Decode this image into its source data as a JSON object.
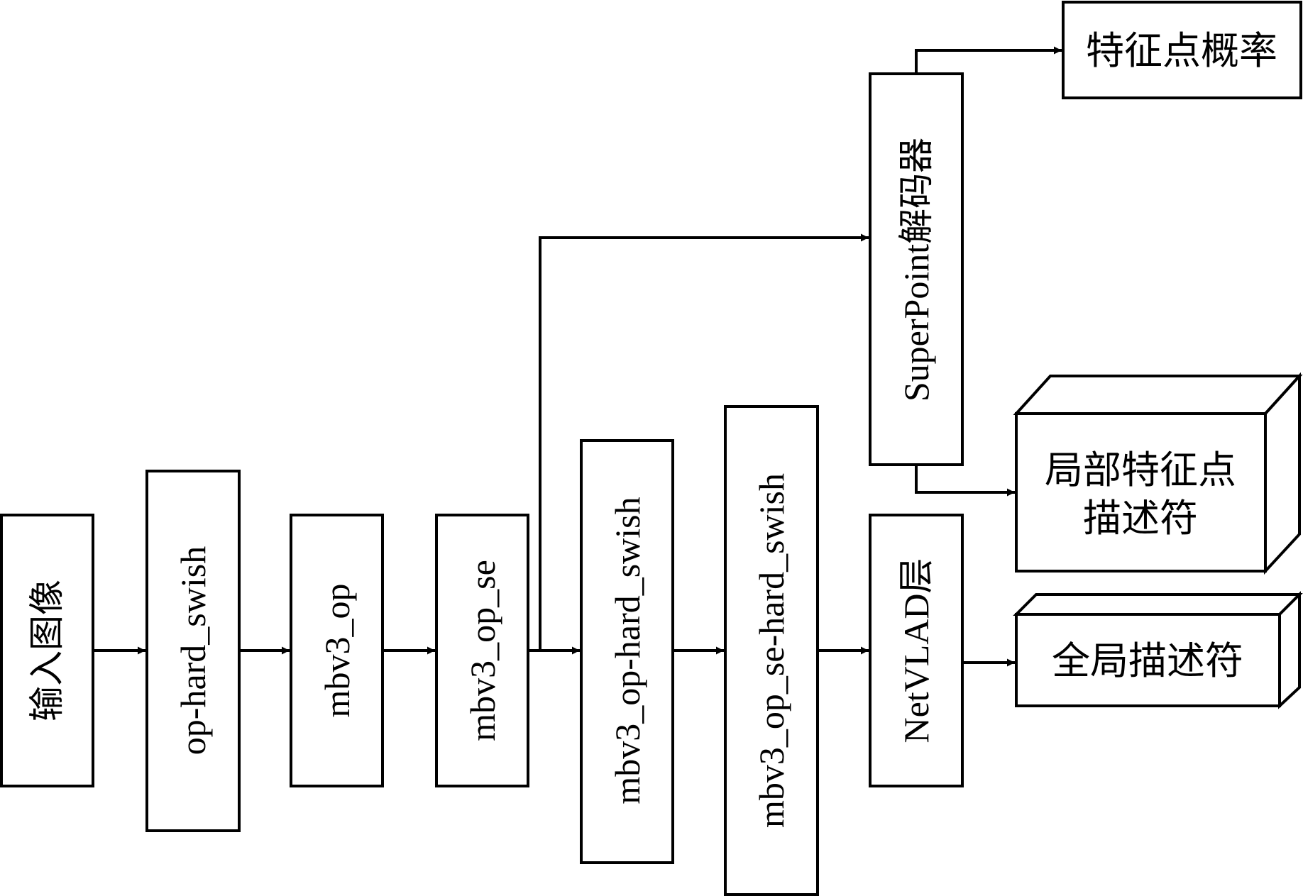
{
  "nodes": {
    "input": "输入图像",
    "op_hard_swish": "op-hard_swish",
    "mbv3_op": "mbv3_op",
    "mbv3_op_se": "mbv3_op_se",
    "mbv3_op_hard_swish": "mbv3_op-hard_swish",
    "mbv3_op_se_hard_swish": "mbv3_op_se-hard_swish",
    "superpoint_decoder": "SuperPoint解码器",
    "netvlad_layer": "NetVLAD层"
  },
  "outputs": {
    "keypoint_prob": "特征点概率",
    "local_desc_line1": "局部特征点",
    "local_desc_line2": "描述符",
    "global_desc": "全局描述符"
  }
}
